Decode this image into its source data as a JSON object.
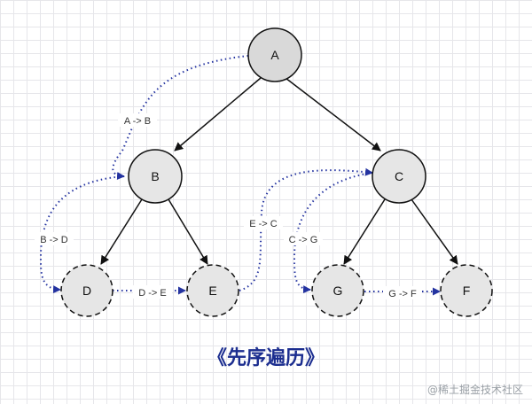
{
  "nodes": {
    "A": "A",
    "B": "B",
    "C": "C",
    "D": "D",
    "E": "E",
    "F": "F",
    "G": "G"
  },
  "traversal_labels": {
    "a_to_b": "A -> B",
    "b_to_d": "B -> D",
    "d_to_e": "D -> E",
    "e_to_c": "E -> C",
    "c_to_g": "C -> G",
    "g_to_f": "G -> F"
  },
  "caption": "《先序遍历》",
  "watermark": "@稀土掘金技术社区",
  "colors": {
    "node_fill": "#e6e6e6",
    "root_fill": "#d9d9d9",
    "traversal_arrow": "#2433a0",
    "caption": "#1b2d8f"
  }
}
